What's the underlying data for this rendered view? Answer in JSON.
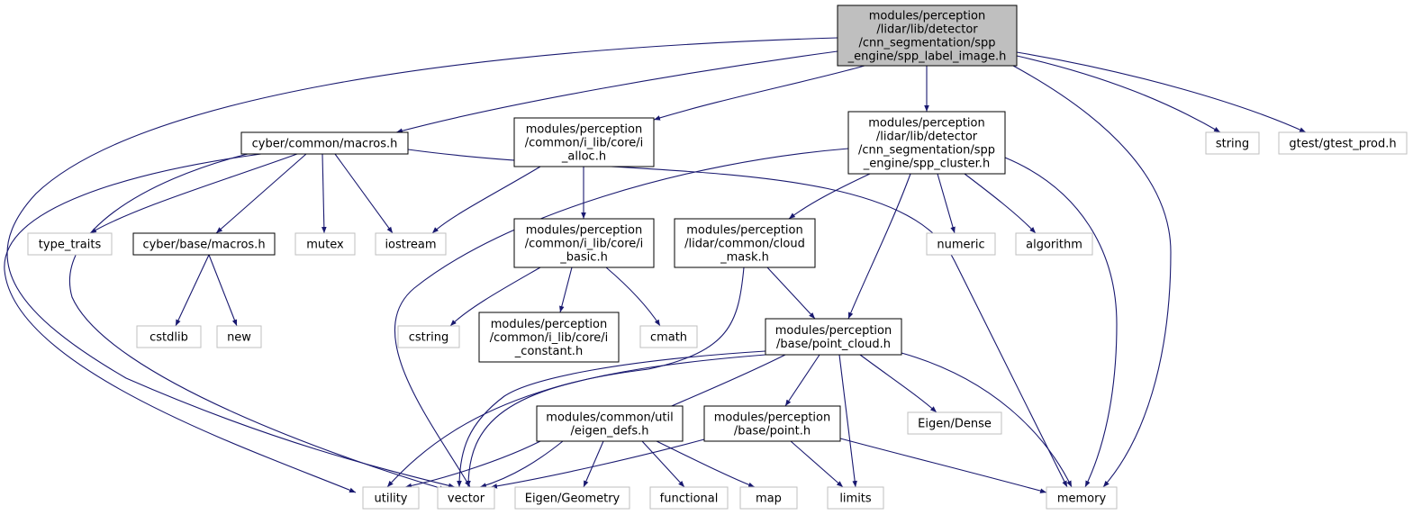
{
  "colors": {
    "edge": "#191970",
    "root_fill": "#bfbfbf",
    "root_border": "#000000",
    "file_border": "#000000",
    "system_border": "#bfbfbf",
    "background": "#ffffff"
  },
  "nodes": [
    {
      "id": "root",
      "kind": "root",
      "lines": [
        "modules/perception",
        "/lidar/lib/detector",
        "/cnn_segmentation/spp",
        "_engine/spp_label_image.h"
      ]
    },
    {
      "id": "cyber_common_macros",
      "kind": "file",
      "lines": [
        "cyber/common/macros.h"
      ]
    },
    {
      "id": "i_alloc",
      "kind": "file",
      "lines": [
        "modules/perception",
        "/common/i_lib/core/i",
        "_alloc.h"
      ]
    },
    {
      "id": "spp_cluster",
      "kind": "file",
      "lines": [
        "modules/perception",
        "/lidar/lib/detector",
        "/cnn_segmentation/spp",
        "_engine/spp_cluster.h"
      ]
    },
    {
      "id": "string",
      "kind": "system",
      "lines": [
        "string"
      ]
    },
    {
      "id": "gtest_prod",
      "kind": "system",
      "lines": [
        "gtest/gtest_prod.h"
      ]
    },
    {
      "id": "type_traits",
      "kind": "system",
      "lines": [
        "type_traits"
      ]
    },
    {
      "id": "cyber_base_macros",
      "kind": "file",
      "lines": [
        "cyber/base/macros.h"
      ]
    },
    {
      "id": "mutex",
      "kind": "system",
      "lines": [
        "mutex"
      ]
    },
    {
      "id": "iostream",
      "kind": "system",
      "lines": [
        "iostream"
      ]
    },
    {
      "id": "i_basic",
      "kind": "file",
      "lines": [
        "modules/perception",
        "/common/i_lib/core/i",
        "_basic.h"
      ]
    },
    {
      "id": "cloud_mask",
      "kind": "file",
      "lines": [
        "modules/perception",
        "/lidar/common/cloud",
        "_mask.h"
      ]
    },
    {
      "id": "numeric",
      "kind": "system",
      "lines": [
        "numeric"
      ]
    },
    {
      "id": "algorithm",
      "kind": "system",
      "lines": [
        "algorithm"
      ]
    },
    {
      "id": "cstdlib",
      "kind": "system",
      "lines": [
        "cstdlib"
      ]
    },
    {
      "id": "new",
      "kind": "system",
      "lines": [
        "new"
      ]
    },
    {
      "id": "cstring",
      "kind": "system",
      "lines": [
        "cstring"
      ]
    },
    {
      "id": "i_constant",
      "kind": "file",
      "lines": [
        "modules/perception",
        "/common/i_lib/core/i",
        "_constant.h"
      ]
    },
    {
      "id": "cmath",
      "kind": "system",
      "lines": [
        "cmath"
      ]
    },
    {
      "id": "point_cloud",
      "kind": "file",
      "lines": [
        "modules/perception",
        "/base/point_cloud.h"
      ]
    },
    {
      "id": "eigen_defs",
      "kind": "file",
      "lines": [
        "modules/common/util",
        "/eigen_defs.h"
      ]
    },
    {
      "id": "point",
      "kind": "file",
      "lines": [
        "modules/perception",
        "/base/point.h"
      ]
    },
    {
      "id": "eigen_dense",
      "kind": "system",
      "lines": [
        "Eigen/Dense"
      ]
    },
    {
      "id": "utility",
      "kind": "system",
      "lines": [
        "utility"
      ]
    },
    {
      "id": "vector",
      "kind": "system",
      "lines": [
        "vector"
      ]
    },
    {
      "id": "eigen_geometry",
      "kind": "system",
      "lines": [
        "Eigen/Geometry"
      ]
    },
    {
      "id": "functional",
      "kind": "system",
      "lines": [
        "functional"
      ]
    },
    {
      "id": "map",
      "kind": "system",
      "lines": [
        "map"
      ]
    },
    {
      "id": "limits",
      "kind": "system",
      "lines": [
        "limits"
      ]
    },
    {
      "id": "memory",
      "kind": "system",
      "lines": [
        "memory"
      ]
    }
  ],
  "edges": [
    [
      "root",
      "cyber_common_macros"
    ],
    [
      "root",
      "i_alloc"
    ],
    [
      "root",
      "spp_cluster"
    ],
    [
      "root",
      "string"
    ],
    [
      "root",
      "gtest_prod"
    ],
    [
      "root",
      "vector"
    ],
    [
      "root",
      "memory"
    ],
    [
      "cyber_common_macros",
      "type_traits"
    ],
    [
      "cyber_common_macros",
      "cyber_base_macros"
    ],
    [
      "cyber_common_macros",
      "mutex"
    ],
    [
      "cyber_common_macros",
      "iostream"
    ],
    [
      "cyber_common_macros",
      "utility"
    ],
    [
      "cyber_common_macros",
      "vector"
    ],
    [
      "cyber_common_macros",
      "memory"
    ],
    [
      "cyber_base_macros",
      "cstdlib"
    ],
    [
      "cyber_base_macros",
      "new"
    ],
    [
      "i_alloc",
      "i_basic"
    ],
    [
      "i_alloc",
      "iostream"
    ],
    [
      "i_basic",
      "cstring"
    ],
    [
      "i_basic",
      "i_constant"
    ],
    [
      "i_basic",
      "cmath"
    ],
    [
      "spp_cluster",
      "cloud_mask"
    ],
    [
      "spp_cluster",
      "numeric"
    ],
    [
      "spp_cluster",
      "algorithm"
    ],
    [
      "spp_cluster",
      "point_cloud"
    ],
    [
      "spp_cluster",
      "vector"
    ],
    [
      "spp_cluster",
      "memory"
    ],
    [
      "cloud_mask",
      "point_cloud"
    ],
    [
      "cloud_mask",
      "vector"
    ],
    [
      "point_cloud",
      "eigen_defs"
    ],
    [
      "point_cloud",
      "point"
    ],
    [
      "point_cloud",
      "eigen_dense"
    ],
    [
      "point_cloud",
      "limits"
    ],
    [
      "point_cloud",
      "utility"
    ],
    [
      "point_cloud",
      "vector"
    ],
    [
      "point_cloud",
      "memory"
    ],
    [
      "eigen_defs",
      "utility"
    ],
    [
      "eigen_defs",
      "vector"
    ],
    [
      "eigen_defs",
      "eigen_geometry"
    ],
    [
      "eigen_defs",
      "functional"
    ],
    [
      "eigen_defs",
      "map"
    ],
    [
      "point",
      "limits"
    ],
    [
      "point",
      "vector"
    ],
    [
      "point",
      "memory"
    ]
  ]
}
